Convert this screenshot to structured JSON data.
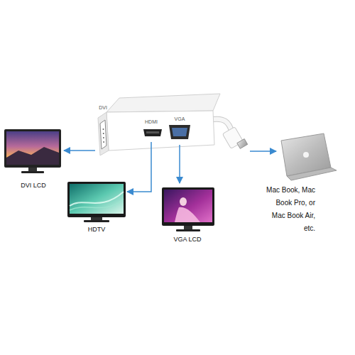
{
  "diagram": {
    "nodes": [
      {
        "text": [
          "DVI"
        ]
      },
      {
        "text": [
          "HDMI"
        ]
      },
      {
        "text": [
          "VGA"
        ]
      },
      {
        "text": [
          "DVI LCD"
        ]
      },
      {
        "text": [
          "HDTV"
        ]
      },
      {
        "text": [
          "VGA LCD"
        ]
      },
      {
        "text": [
          "Mac Book, Mac Book Pro, or Mac Book Air, etc."
        ]
      }
    ],
    "edges": [
      {
        "from": 0,
        "to": 3,
        "arrow": "to"
      },
      {
        "from": 1,
        "to": 4,
        "arrow": "to"
      },
      {
        "from": 2,
        "to": 5,
        "arrow": "to"
      }
    ]
  }
}
